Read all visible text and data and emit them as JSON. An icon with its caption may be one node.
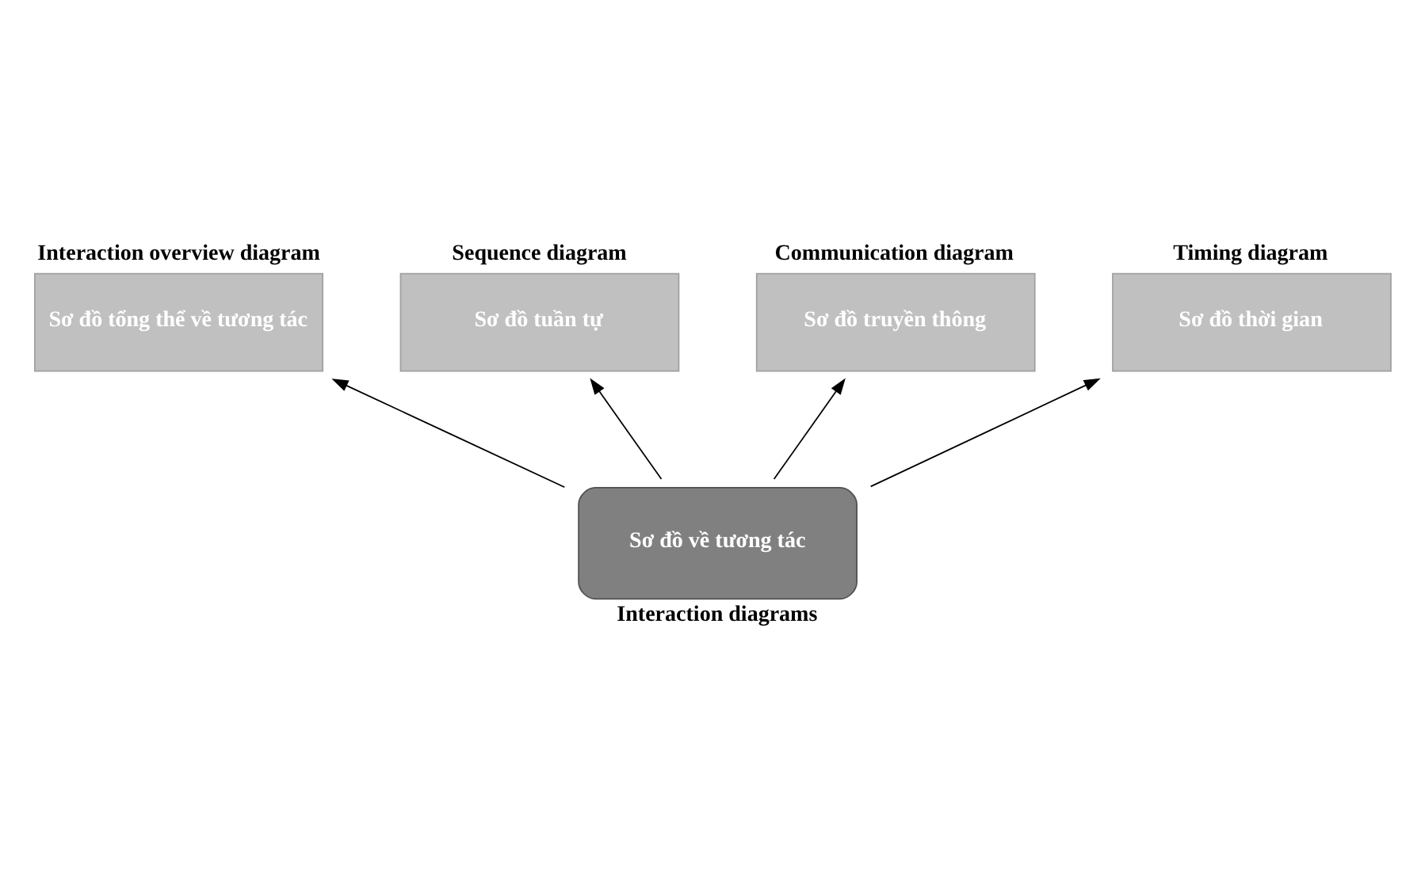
{
  "diagram": {
    "nodes": [
      {
        "text": [
          "Interaction overview diagram",
          "Sơ đồ tổng thể về tương tác"
        ]
      },
      {
        "text": [
          "Sequence diagram",
          "Sơ đồ tuần tự"
        ]
      },
      {
        "text": [
          "Communication diagram",
          "Sơ đồ truyền thông"
        ]
      },
      {
        "text": [
          "Timing diagram",
          "Sơ đồ thời gian"
        ]
      },
      {
        "text": [
          "Sơ đồ về tương tác",
          "Interaction diagrams"
        ]
      }
    ],
    "edges": [
      {
        "from": 4,
        "to": 0,
        "arrow": "to"
      },
      {
        "from": 4,
        "to": 1,
        "arrow": "to"
      },
      {
        "from": 4,
        "to": 2,
        "arrow": "to"
      },
      {
        "from": 4,
        "to": 3,
        "arrow": "to"
      }
    ]
  }
}
